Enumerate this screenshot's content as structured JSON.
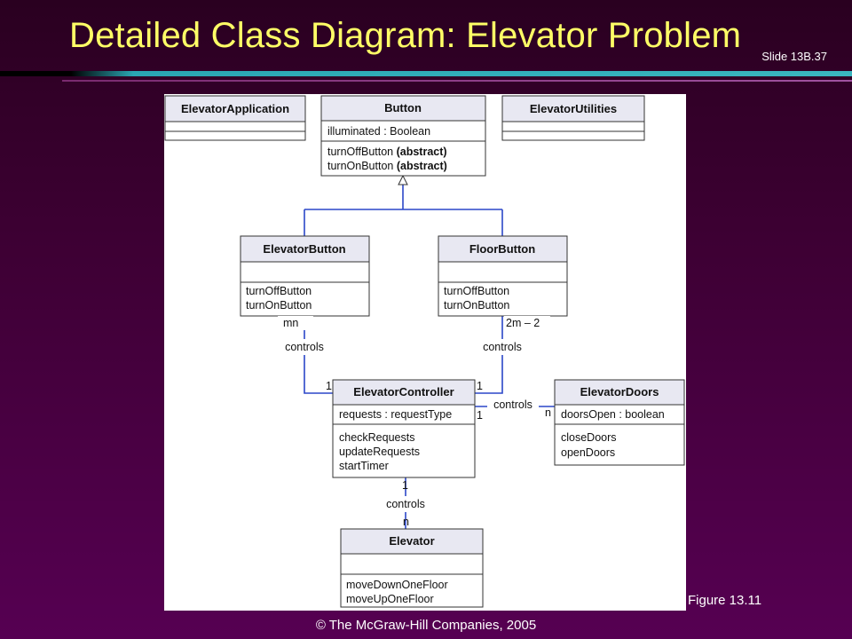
{
  "slide": {
    "title": "Detailed Class Diagram: Elevator Problem",
    "slide_number": "Slide 13B.37",
    "figure_caption": "Figure 13.11",
    "copyright": "© The McGraw-Hill Companies, 2005"
  },
  "classes": {
    "elevator_application": {
      "name": "ElevatorApplication",
      "attributes": [],
      "methods": []
    },
    "button": {
      "name": "Button",
      "attributes": [
        "illuminated : Boolean"
      ],
      "methods": [
        {
          "name": "turnOffButton",
          "modifier": "(abstract)"
        },
        {
          "name": "turnOnButton",
          "modifier": "(abstract)"
        }
      ]
    },
    "elevator_utilities": {
      "name": "ElevatorUtilities",
      "attributes": [],
      "methods": []
    },
    "elevator_button": {
      "name": "ElevatorButton",
      "attributes": [],
      "methods": [
        "turnOffButton",
        "turnOnButton"
      ]
    },
    "floor_button": {
      "name": "FloorButton",
      "attributes": [],
      "methods": [
        "turnOffButton",
        "turnOnButton"
      ]
    },
    "elevator_controller": {
      "name": "ElevatorController",
      "attributes": [
        "requests : requestType"
      ],
      "methods": [
        "checkRequests",
        "updateRequests",
        "startTimer"
      ]
    },
    "elevator_doors": {
      "name": "ElevatorDoors",
      "attributes": [
        "doorsOpen : boolean"
      ],
      "methods": [
        "closeDoors",
        "openDoors"
      ]
    },
    "elevator": {
      "name": "Elevator",
      "attributes": [],
      "methods": [
        "moveDownOneFloor",
        "moveUpOneFloor"
      ]
    }
  },
  "associations": {
    "elevator_button_controller": {
      "label": "controls",
      "source_multiplicity": "mn",
      "target_multiplicity": "1"
    },
    "floor_button_controller": {
      "label": "controls",
      "source_multiplicity": "2m – 2",
      "target_multiplicity": "1"
    },
    "controller_doors": {
      "label": "controls",
      "source_multiplicity": "1",
      "target_multiplicity": "n"
    },
    "controller_elevator": {
      "label": "controls",
      "source_multiplicity": "1",
      "target_multiplicity": "n"
    }
  }
}
